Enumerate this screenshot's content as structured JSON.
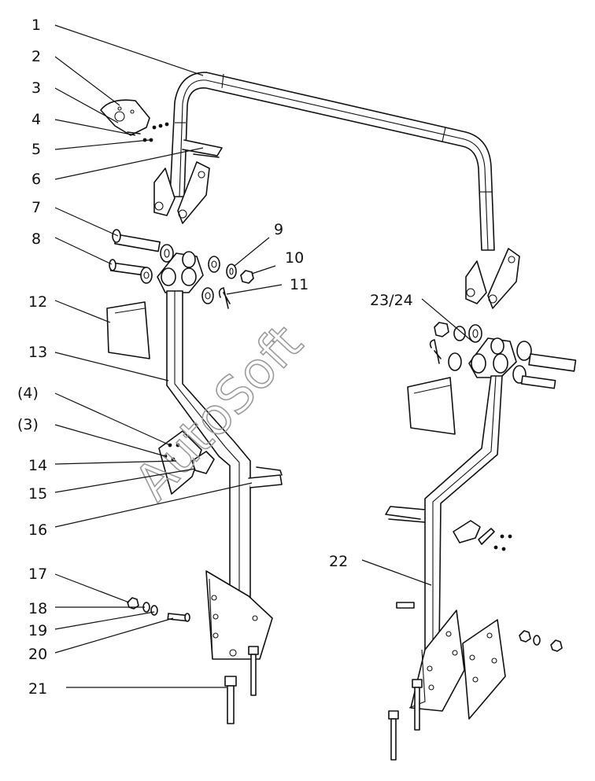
{
  "callouts": [
    {
      "id": "c1",
      "text": "1"
    },
    {
      "id": "c2",
      "text": "2"
    },
    {
      "id": "c3",
      "text": "3"
    },
    {
      "id": "c4",
      "text": "4"
    },
    {
      "id": "c5",
      "text": "5"
    },
    {
      "id": "c6",
      "text": "6"
    },
    {
      "id": "c7",
      "text": "7"
    },
    {
      "id": "c8",
      "text": "8"
    },
    {
      "id": "c9",
      "text": "9"
    },
    {
      "id": "c10",
      "text": "10"
    },
    {
      "id": "c11",
      "text": "11"
    },
    {
      "id": "c12",
      "text": "12"
    },
    {
      "id": "c13",
      "text": "13"
    },
    {
      "id": "c4b",
      "text": "(4)"
    },
    {
      "id": "c3b",
      "text": "(3)"
    },
    {
      "id": "c14",
      "text": "14"
    },
    {
      "id": "c15",
      "text": "15"
    },
    {
      "id": "c16",
      "text": "16"
    },
    {
      "id": "c17",
      "text": "17"
    },
    {
      "id": "c18",
      "text": "18"
    },
    {
      "id": "c19",
      "text": "19"
    },
    {
      "id": "c20",
      "text": "20"
    },
    {
      "id": "c21",
      "text": "21"
    },
    {
      "id": "c22",
      "text": "22"
    },
    {
      "id": "c23",
      "text": "23/24"
    }
  ],
  "watermark": "AutoSoft"
}
